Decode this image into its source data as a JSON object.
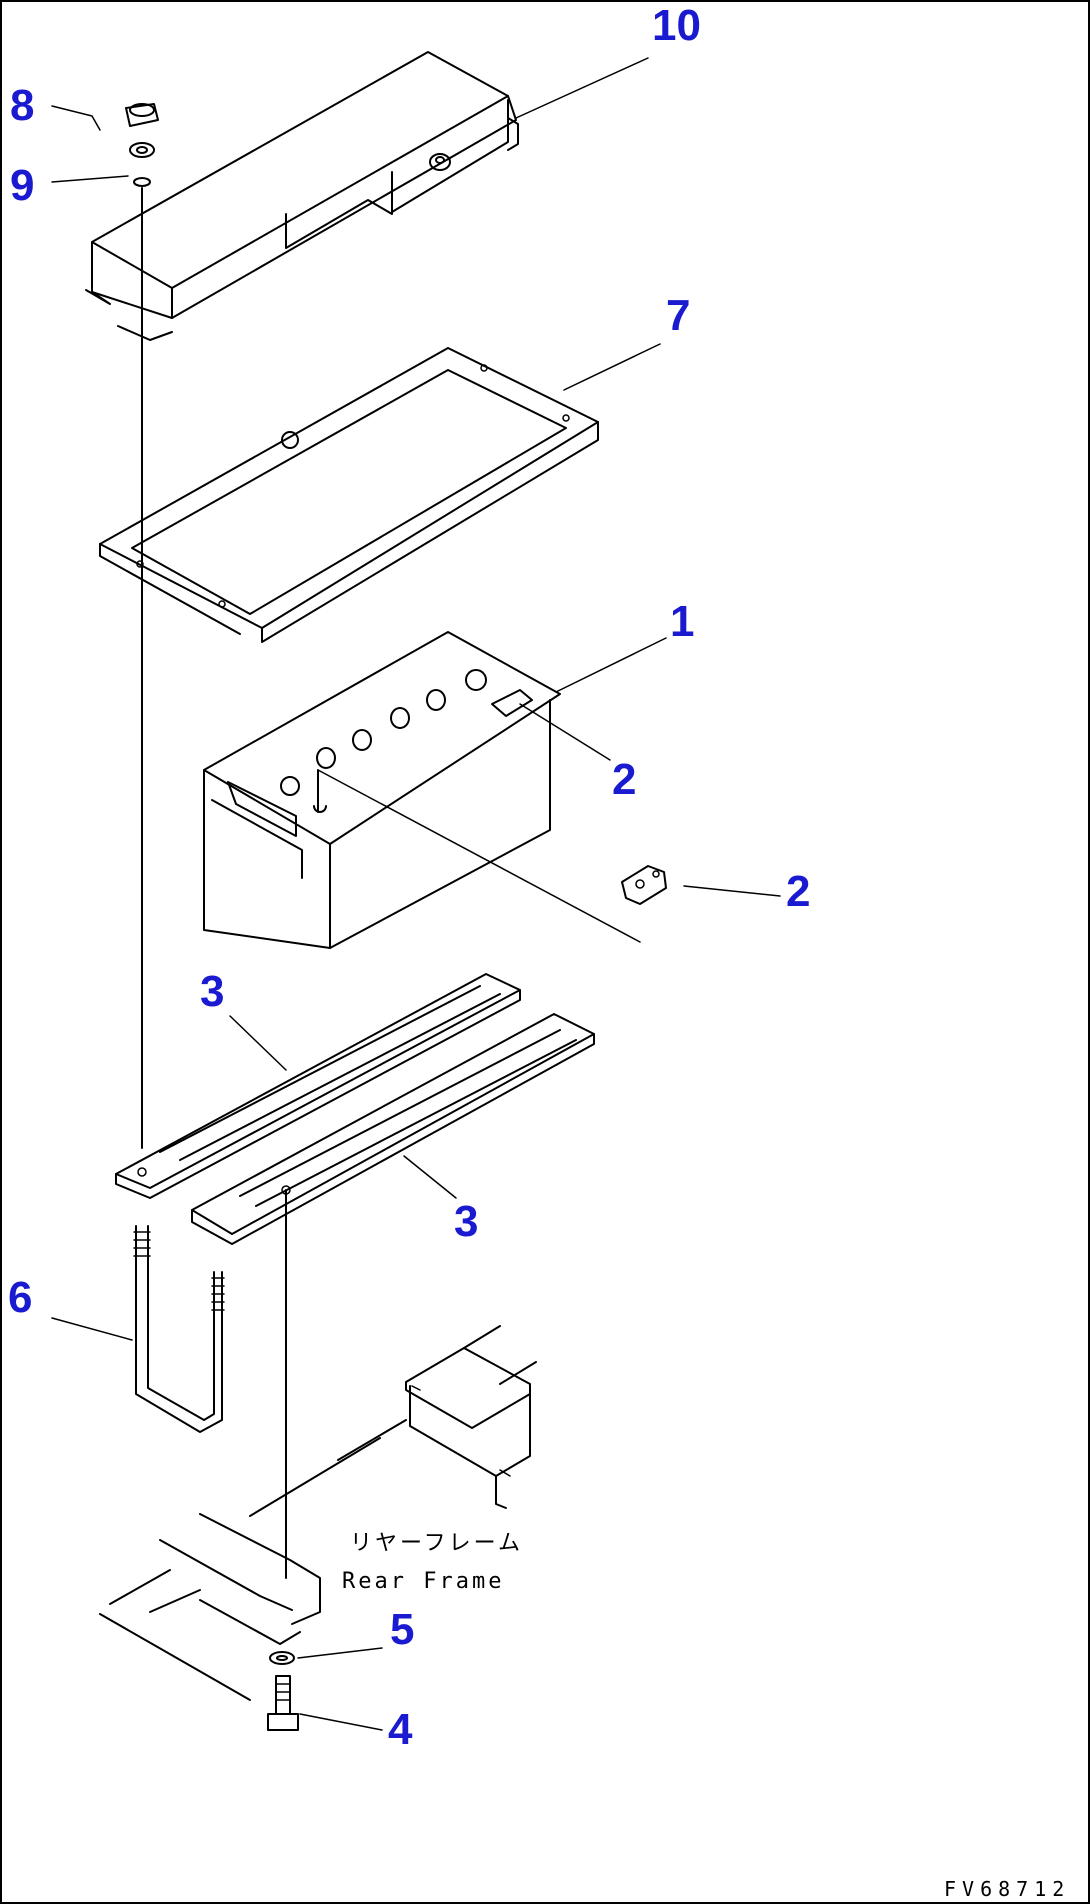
{
  "callouts": {
    "c10": "10",
    "c8": "8",
    "c9": "9",
    "c7": "7",
    "c1": "1",
    "c2a": "2",
    "c2b": "2",
    "c3a": "3",
    "c3b": "3",
    "c6": "6",
    "c5": "5",
    "c4": "4"
  },
  "frame_label": {
    "japanese": "リヤーフレーム",
    "english": "Rear Frame"
  },
  "drawing_code": "FV68712",
  "colors": {
    "callout": "#1a1ad0",
    "line": "#000000",
    "background": "#ffffff"
  }
}
